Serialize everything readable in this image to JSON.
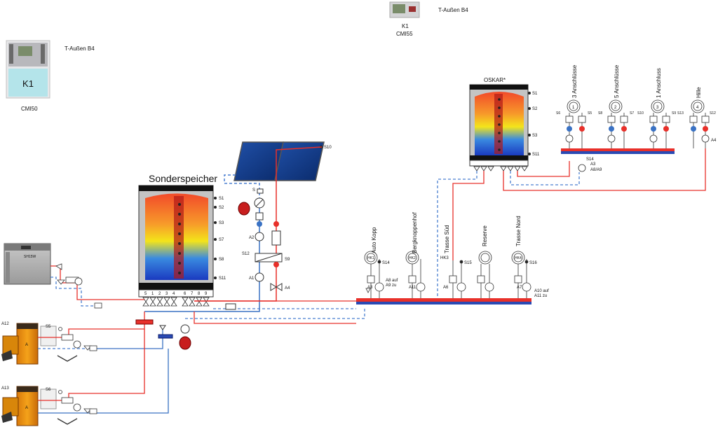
{
  "controllers": {
    "k1_left": {
      "box_label": "K1",
      "sensor_label": "T-Außen B4",
      "name": "CMI50"
    },
    "k1_top": {
      "label": "K1",
      "sensor_label": "T-Außen B4",
      "name": "CMI55"
    }
  },
  "storage_main": {
    "title": "Sonderspeicher",
    "sensors": [
      "S1",
      "S2",
      "S3",
      "S7",
      "S8",
      "S11"
    ],
    "bottom_ports": [
      "5",
      "1",
      "2",
      "3",
      "4",
      "6",
      "7",
      "8",
      "9"
    ]
  },
  "storage_oskar": {
    "title": "OSKAR*",
    "sensors": [
      "S1",
      "S2",
      "S3",
      "S11"
    ]
  },
  "solar": {
    "collector_sensor": "S10",
    "sensor_s12": "S12",
    "sensor_s9": "S9",
    "pump_a2": "A2",
    "pump_a1": "A1",
    "valve_a4": "A4",
    "sensor_s": "S"
  },
  "wood_boiler": {
    "label": "SH15W"
  },
  "boilers": [
    {
      "pump_label": "A12",
      "sensor_label": "S5",
      "tag": "A"
    },
    {
      "pump_label": "A13",
      "sensor_label": "S6",
      "tag": "A"
    }
  ],
  "heating_circuits": [
    {
      "name": "Auto Kopp",
      "badge": "HK1",
      "sensor": "S14",
      "pump": "A3",
      "valve_label": "A8 auf\nA9 zu"
    },
    {
      "name": "Bergknoppenhof",
      "badge": "HK2",
      "sensor": "",
      "pump": "A11",
      "valve_label": ""
    },
    {
      "name": "Trasse Süd",
      "badge": "HK3",
      "sensor": "S15",
      "pump": "A6",
      "valve_label": ""
    },
    {
      "name": "Reserve",
      "badge": "",
      "sensor": "",
      "pump": "",
      "valve_label": ""
    },
    {
      "name": "Trasse Nord",
      "badge": "HK4",
      "sensor": "S16",
      "pump": "A7",
      "valve_label": "A10 auf\nA11 zu"
    }
  ],
  "oskar_consumers": [
    {
      "name": "3 Anschlüsse",
      "number": "1",
      "sensor_l": "S6",
      "sensor_r": "S5"
    },
    {
      "name": "5 Anschlüsse",
      "number": "2",
      "sensor_l": "S8",
      "sensor_r": "S7"
    },
    {
      "name": "1 Anschluss",
      "number": "3",
      "sensor_l": "S10",
      "sensor_r": "S9"
    },
    {
      "name": "Hille",
      "number": "4",
      "sensor_l": "S13",
      "sensor_r": "S12"
    }
  ],
  "oskar_pumps": {
    "a3": "A3",
    "a8a9": "A8/A9",
    "s14": "S14",
    "a4": "A4"
  },
  "labels": {
    "a8_a9": "A8 auf",
    "a9_zu": "A9 zu",
    "a10_auf": "A10 auf",
    "a11_zu": "A11 zu"
  },
  "colors": {
    "supply": "#e8302a",
    "return": "#3a72c4",
    "dash": "#4a7fd0",
    "brass": "#e8a020"
  }
}
